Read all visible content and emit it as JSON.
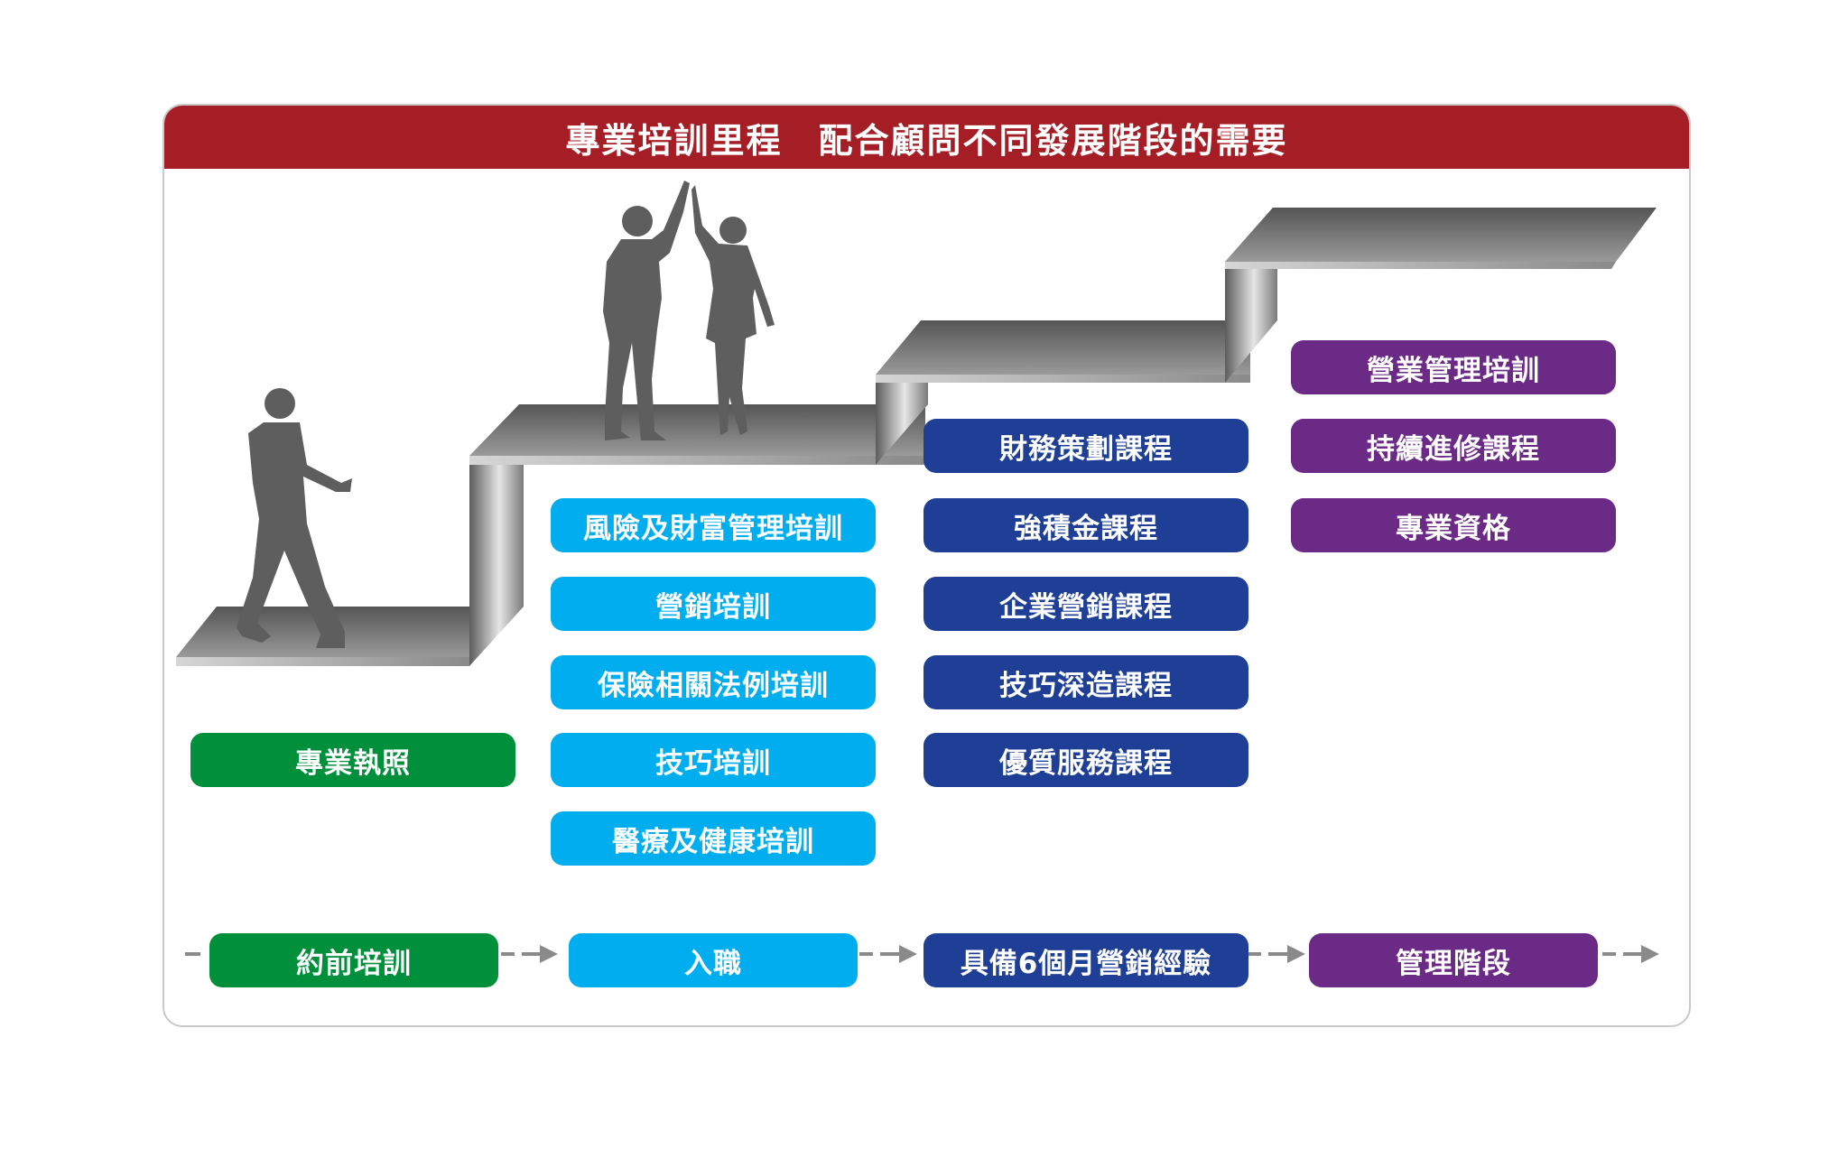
{
  "title": "專業培訓里程　配合顧問不同發展階段的需要",
  "colors": {
    "title_bar": "#a51e26",
    "stage1": "#008f3b",
    "stage2": "#00aeef",
    "stage3": "#1f3f97",
    "stage4": "#6a2a86",
    "stairs": "#6f6f6f",
    "arrows": "#8a8a8a"
  },
  "icons": [
    "walking-man-silhouette",
    "high-five-couple-silhouette",
    "staircase",
    "dashed-arrow"
  ],
  "stages": [
    {
      "label": "約前培訓",
      "courses": [
        "專業執照"
      ]
    },
    {
      "label": "入職",
      "courses": [
        "風險及財富管理培訓",
        "營銷培訓",
        "保險相關法例培訓",
        "技巧培訓",
        "醫療及健康培訓"
      ]
    },
    {
      "label": "具備6個月營銷經驗",
      "courses": [
        "財務策劃課程",
        "強積金課程",
        "企業營銷課程",
        "技巧深造課程",
        "優質服務課程"
      ]
    },
    {
      "label": "管理階段",
      "courses": [
        "營業管理培訓",
        "持續進修課程",
        "專業資格"
      ]
    }
  ]
}
